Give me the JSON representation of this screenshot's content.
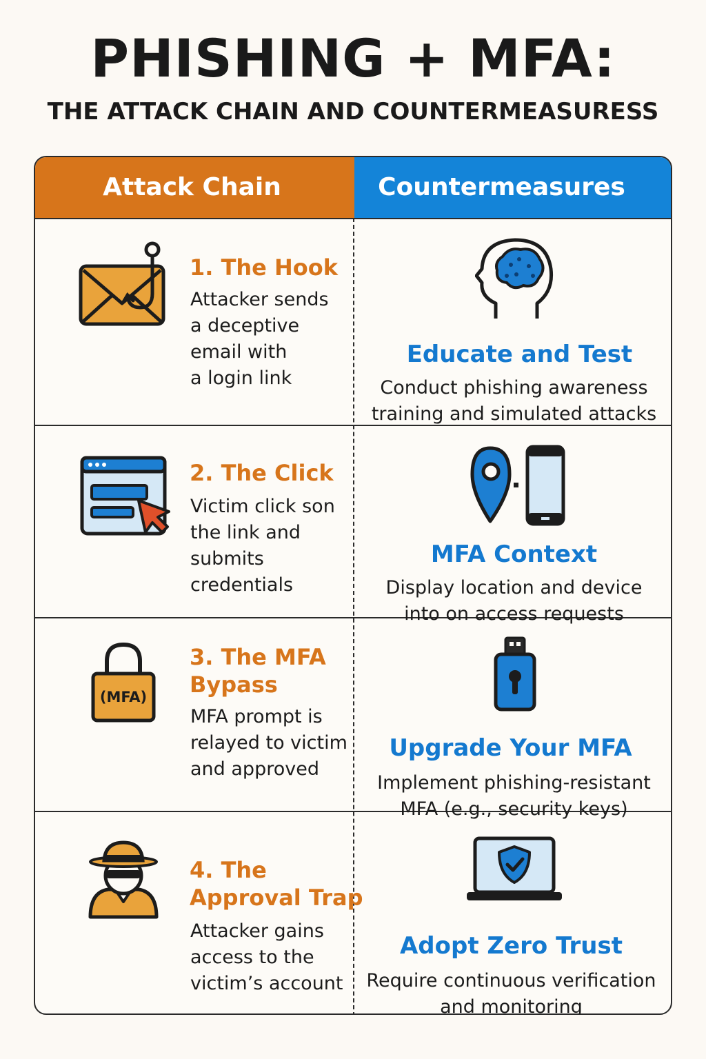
{
  "header": {
    "title": "PHISHING + MFA:",
    "subtitle": "THE ATTACK CHAIN AND COUNTERMEASURESS"
  },
  "columns": {
    "attack": "Attack Chain",
    "countermeasures": "Countermeasures"
  },
  "colors": {
    "attack": "#d7751b",
    "counter": "#1484d8",
    "background": "#fcf9f4"
  },
  "rows": [
    {
      "attack_icon": "envelope-hook-icon",
      "attack_title": "1. The Hook",
      "attack_desc": [
        "Attacker sends",
        "a deceptive",
        "email with",
        "a login link"
      ],
      "counter_icon": "brain-head-icon",
      "counter_title": "Educate and Test",
      "counter_desc": [
        "Conduct phishing awareness",
        "training and simulated attacks"
      ]
    },
    {
      "attack_icon": "browser-cursor-icon",
      "attack_title": "2. The Click",
      "attack_desc": [
        "Victim click son",
        "the link and",
        "submits",
        "credentials"
      ],
      "counter_icon": "location-phone-icon",
      "counter_title": "MFA Context",
      "counter_desc": [
        "Display location and device",
        "into on access requests"
      ]
    },
    {
      "attack_icon": "padlock-mfa-icon",
      "attack_icon_text": "(MFA)",
      "attack_title": [
        "3. The MFA",
        "Bypass"
      ],
      "attack_desc": [
        "MFA prompt is",
        "relayed to victim",
        "and approved"
      ],
      "counter_icon": "security-key-icon",
      "counter_title": "Upgrade Your MFA",
      "counter_desc": [
        "Implement phishing-resistant",
        "MFA (e.g., security keys)"
      ]
    },
    {
      "attack_icon": "hacker-icon",
      "attack_title": [
        "4. The",
        "Approval Trap"
      ],
      "attack_desc": [
        "Attacker gains",
        "access to the",
        "victim’s account"
      ],
      "counter_icon": "laptop-shield-icon",
      "counter_title": "Adopt Zero Trust",
      "counter_desc": [
        "Require continuous verification",
        "and monitoring"
      ]
    }
  ]
}
